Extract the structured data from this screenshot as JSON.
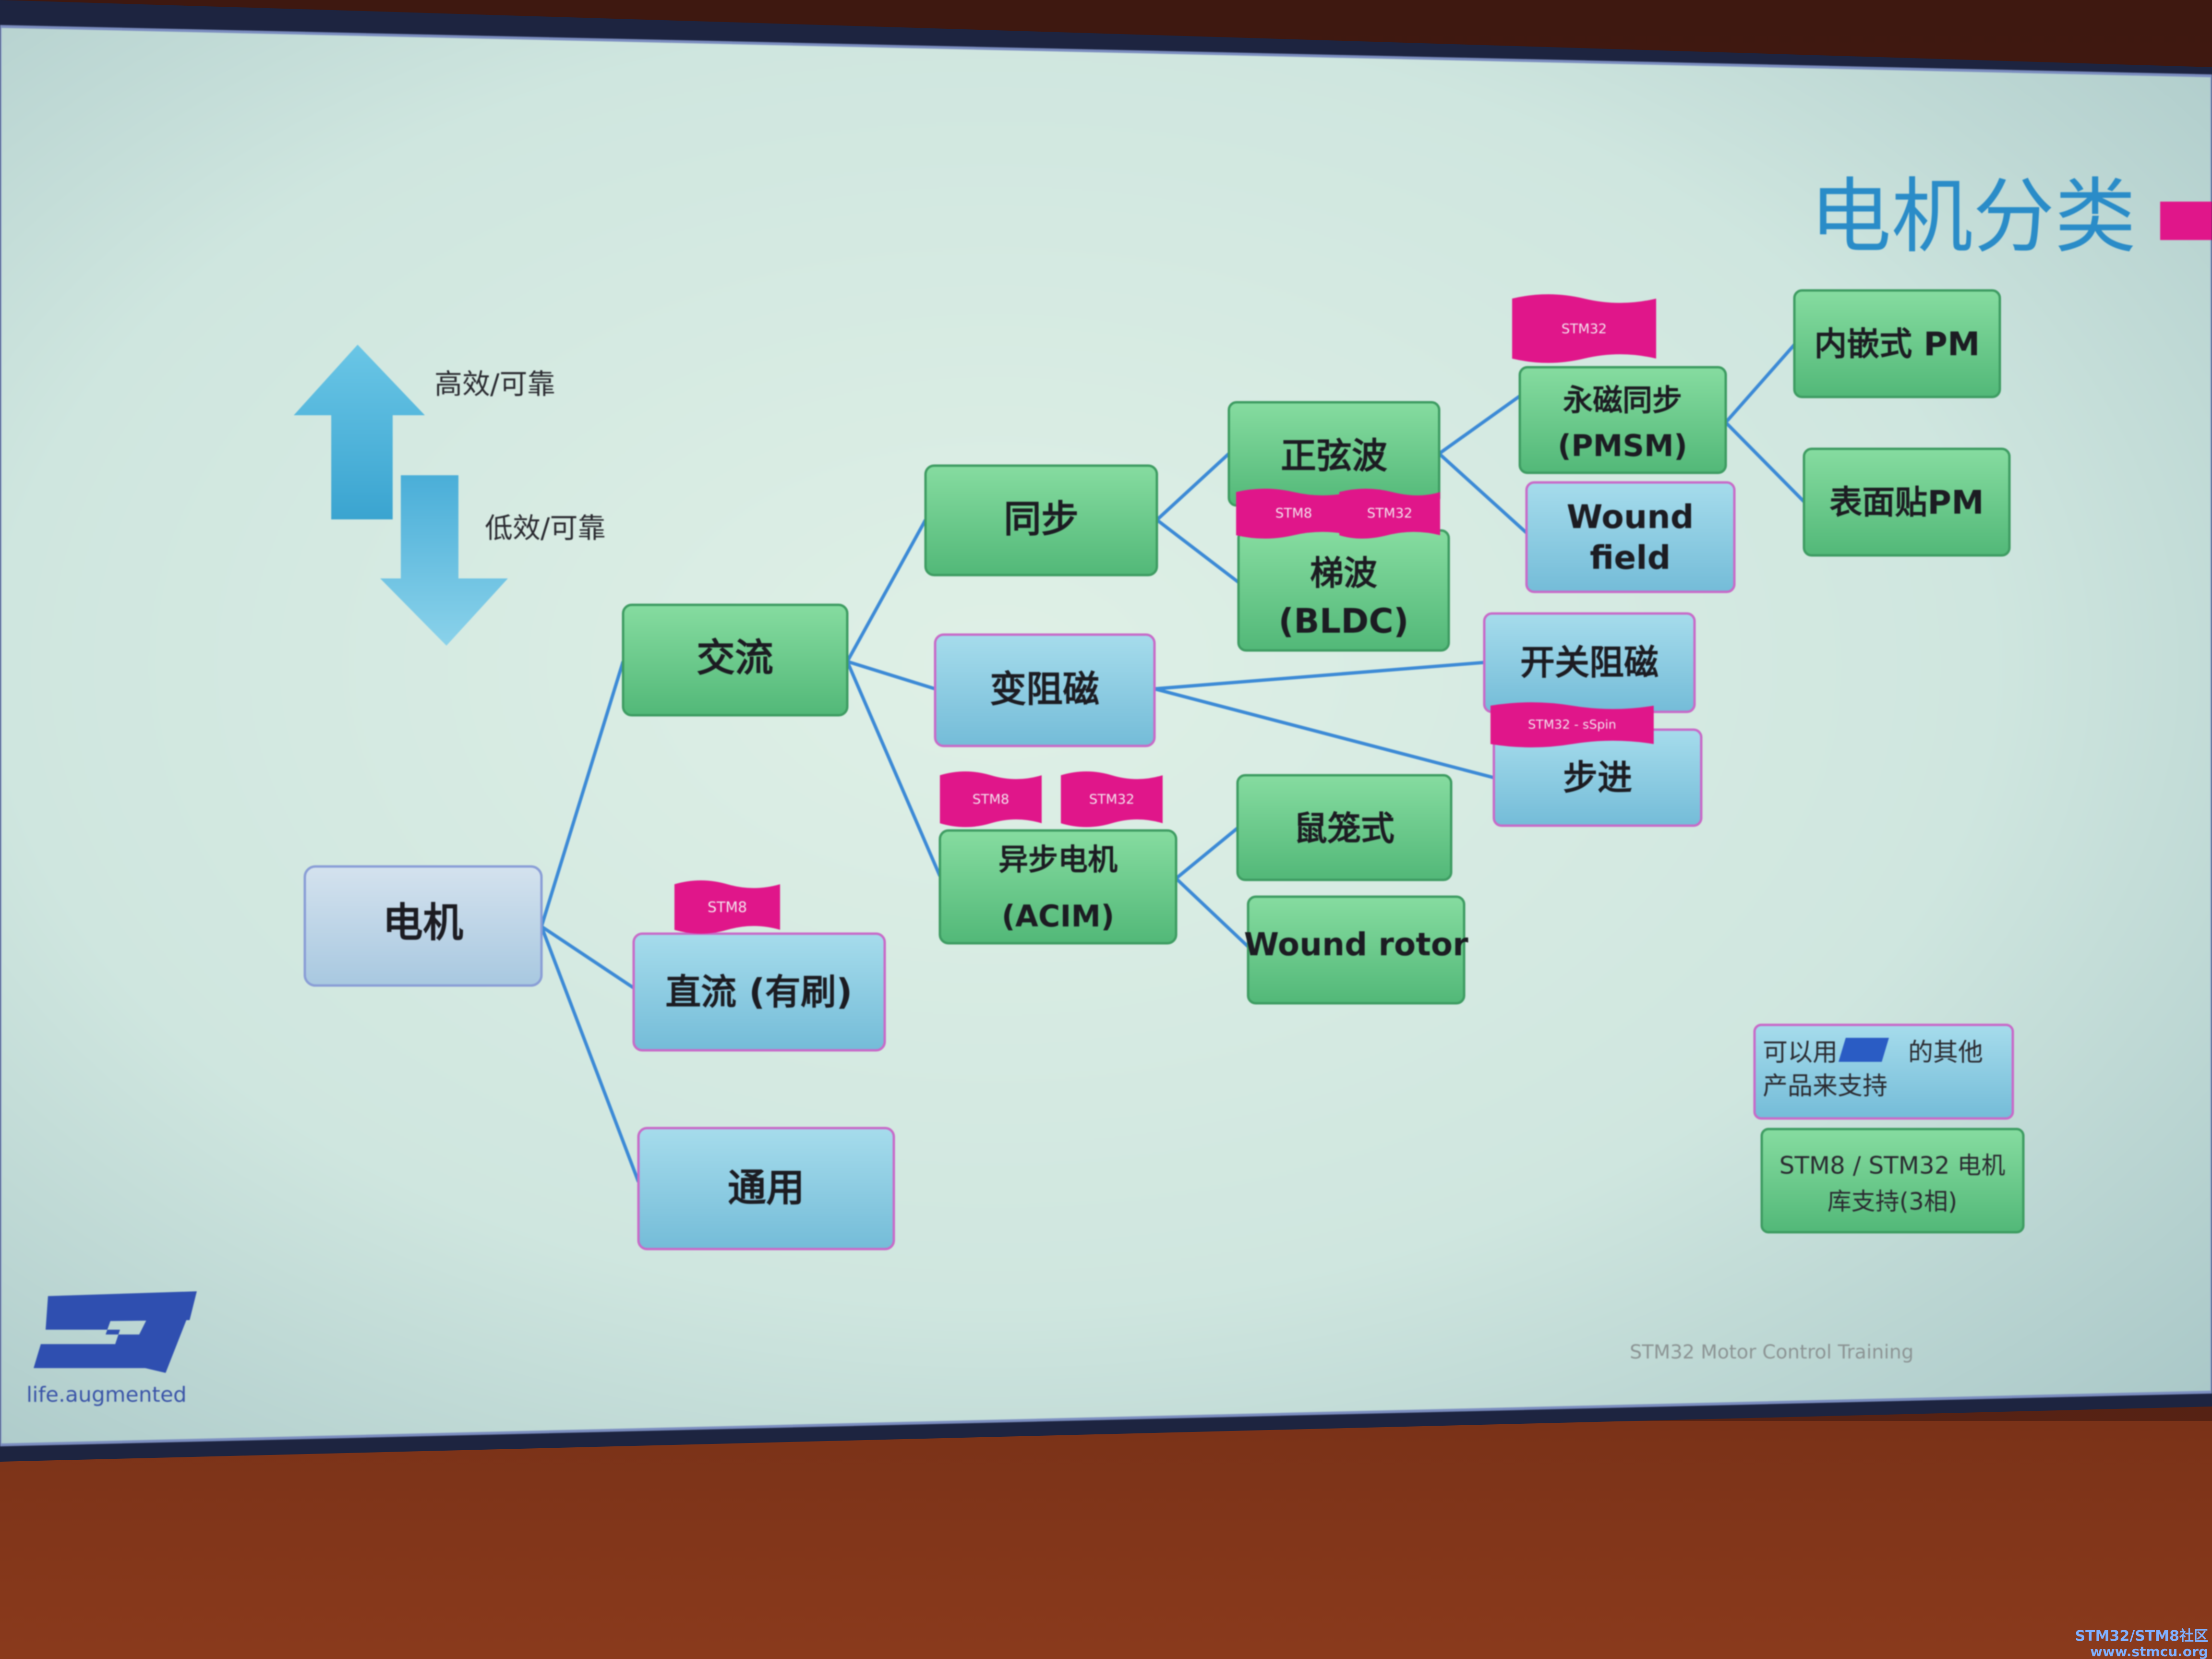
{
  "slide": {
    "title": "电机分类",
    "footer": "STM32 Motor Control Training",
    "logo_tagline": "life.augmented",
    "arrow_up_label": "高效/可靠",
    "arrow_down_label": "低效/可靠"
  },
  "nodes": {
    "motor": "电机",
    "ac": "交流",
    "dc_brushed": "直流 (有刷)",
    "universal": "通用",
    "sync": "同步",
    "variable_reluctance": "变阻磁",
    "acim_l1": "异步电机",
    "acim_l2": "(ACIM)",
    "sine": "正弦波",
    "trap_l1": "梯波",
    "trap_l2": "(BLDC)",
    "pmsm_l1": "永磁同步",
    "pmsm_l2": "(PMSM)",
    "wound_field_l1": "Wound",
    "wound_field_l2": "field",
    "switched_reluctance": "开关阻磁",
    "stepper": "步进",
    "squirrel_cage": "鼠笼式",
    "wound_rotor": "Wound rotor",
    "ipm": "内嵌式 PM",
    "spm": "表面贴PM"
  },
  "tags": {
    "stm8": "STM8",
    "stm32": "STM32",
    "stm32_spin": "STM32 - sSpin"
  },
  "legend": {
    "blue_l1": "可以用",
    "blue_l1b": "的其他",
    "blue_l2": "产品来支持",
    "green_l1": "STM8 / STM32 电机",
    "green_l2": "库支持(3相)"
  },
  "watermark": {
    "line1": "STM32/STM8社区",
    "line2": "www.stmcu.org"
  },
  "colors": {
    "green_node": "#6fcf8a",
    "blue_node": "#8fd0e4",
    "tag_magenta": "#e0168a",
    "title_blue": "#2a8cc8",
    "connector": "#3c8ad6"
  }
}
